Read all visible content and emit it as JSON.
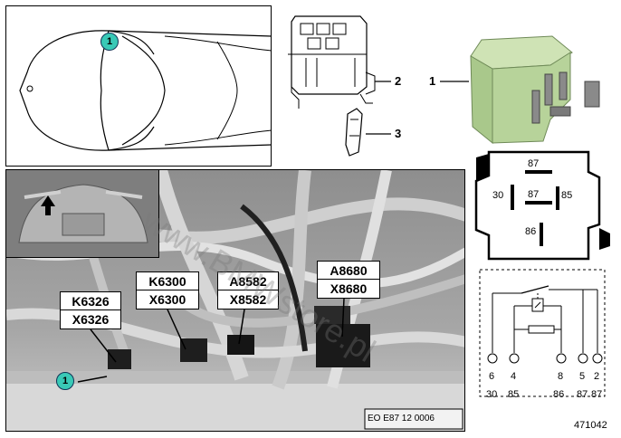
{
  "callouts": {
    "car_marker": "1",
    "photo_marker": "1",
    "part_1": "1",
    "part_2": "2",
    "part_3": "3"
  },
  "connectors": {
    "k6326": "K6326",
    "x6326": "X6326",
    "k6300": "K6300",
    "x6300": "X6300",
    "a8582": "A8582",
    "x8582": "X8582",
    "a8680": "A8680",
    "x8680": "X8680"
  },
  "relay_pins": {
    "top": "87",
    "left": "30",
    "center": "87",
    "right": "85",
    "bottom": "86"
  },
  "schematic": {
    "pin_numbers": [
      "6",
      "4",
      "8",
      "5",
      "2"
    ],
    "terminals": [
      "30",
      "85",
      "86",
      "87",
      "87"
    ]
  },
  "photo_code": "EO E87 12 0006",
  "figure_id": "471042",
  "watermark": "www.BMWstore.pl",
  "colors": {
    "relay_green": "#b7d39a",
    "callout_teal": "#39c9b6"
  }
}
